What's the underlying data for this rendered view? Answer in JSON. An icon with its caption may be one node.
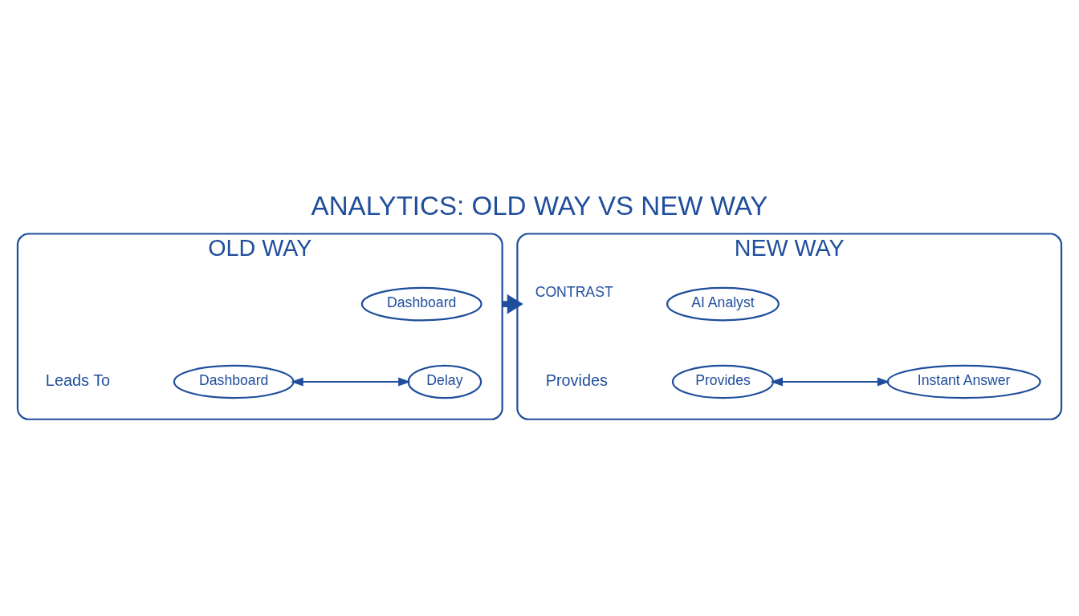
{
  "diagram": {
    "title": "ANALYTICS: OLD WAY VS NEW WAY",
    "nodes": [
      {
        "text": [
          "OLD WAY"
        ]
      },
      {
        "text": [
          "Dashboard"
        ],
        "in": 0
      },
      {
        "text": [
          "Dashboard"
        ],
        "in": 0
      },
      {
        "text": [
          "Delay"
        ],
        "in": 0
      },
      {
        "text": [
          "NEW WAY"
        ]
      },
      {
        "text": [
          "AI Analyst"
        ],
        "in": 4
      },
      {
        "text": [
          "Provides"
        ],
        "in": 4
      },
      {
        "text": [
          "Instant Answer"
        ],
        "in": 4
      }
    ],
    "edges": [
      {
        "from": 0,
        "to": 4,
        "arrow": "to",
        "label": "CONTRAST",
        "style": "thick"
      },
      {
        "from": 2,
        "to": 3,
        "arrow": "both"
      },
      {
        "from": 6,
        "to": 7,
        "arrow": "both"
      }
    ],
    "labels": [
      "Leads To",
      "Provides"
    ]
  }
}
